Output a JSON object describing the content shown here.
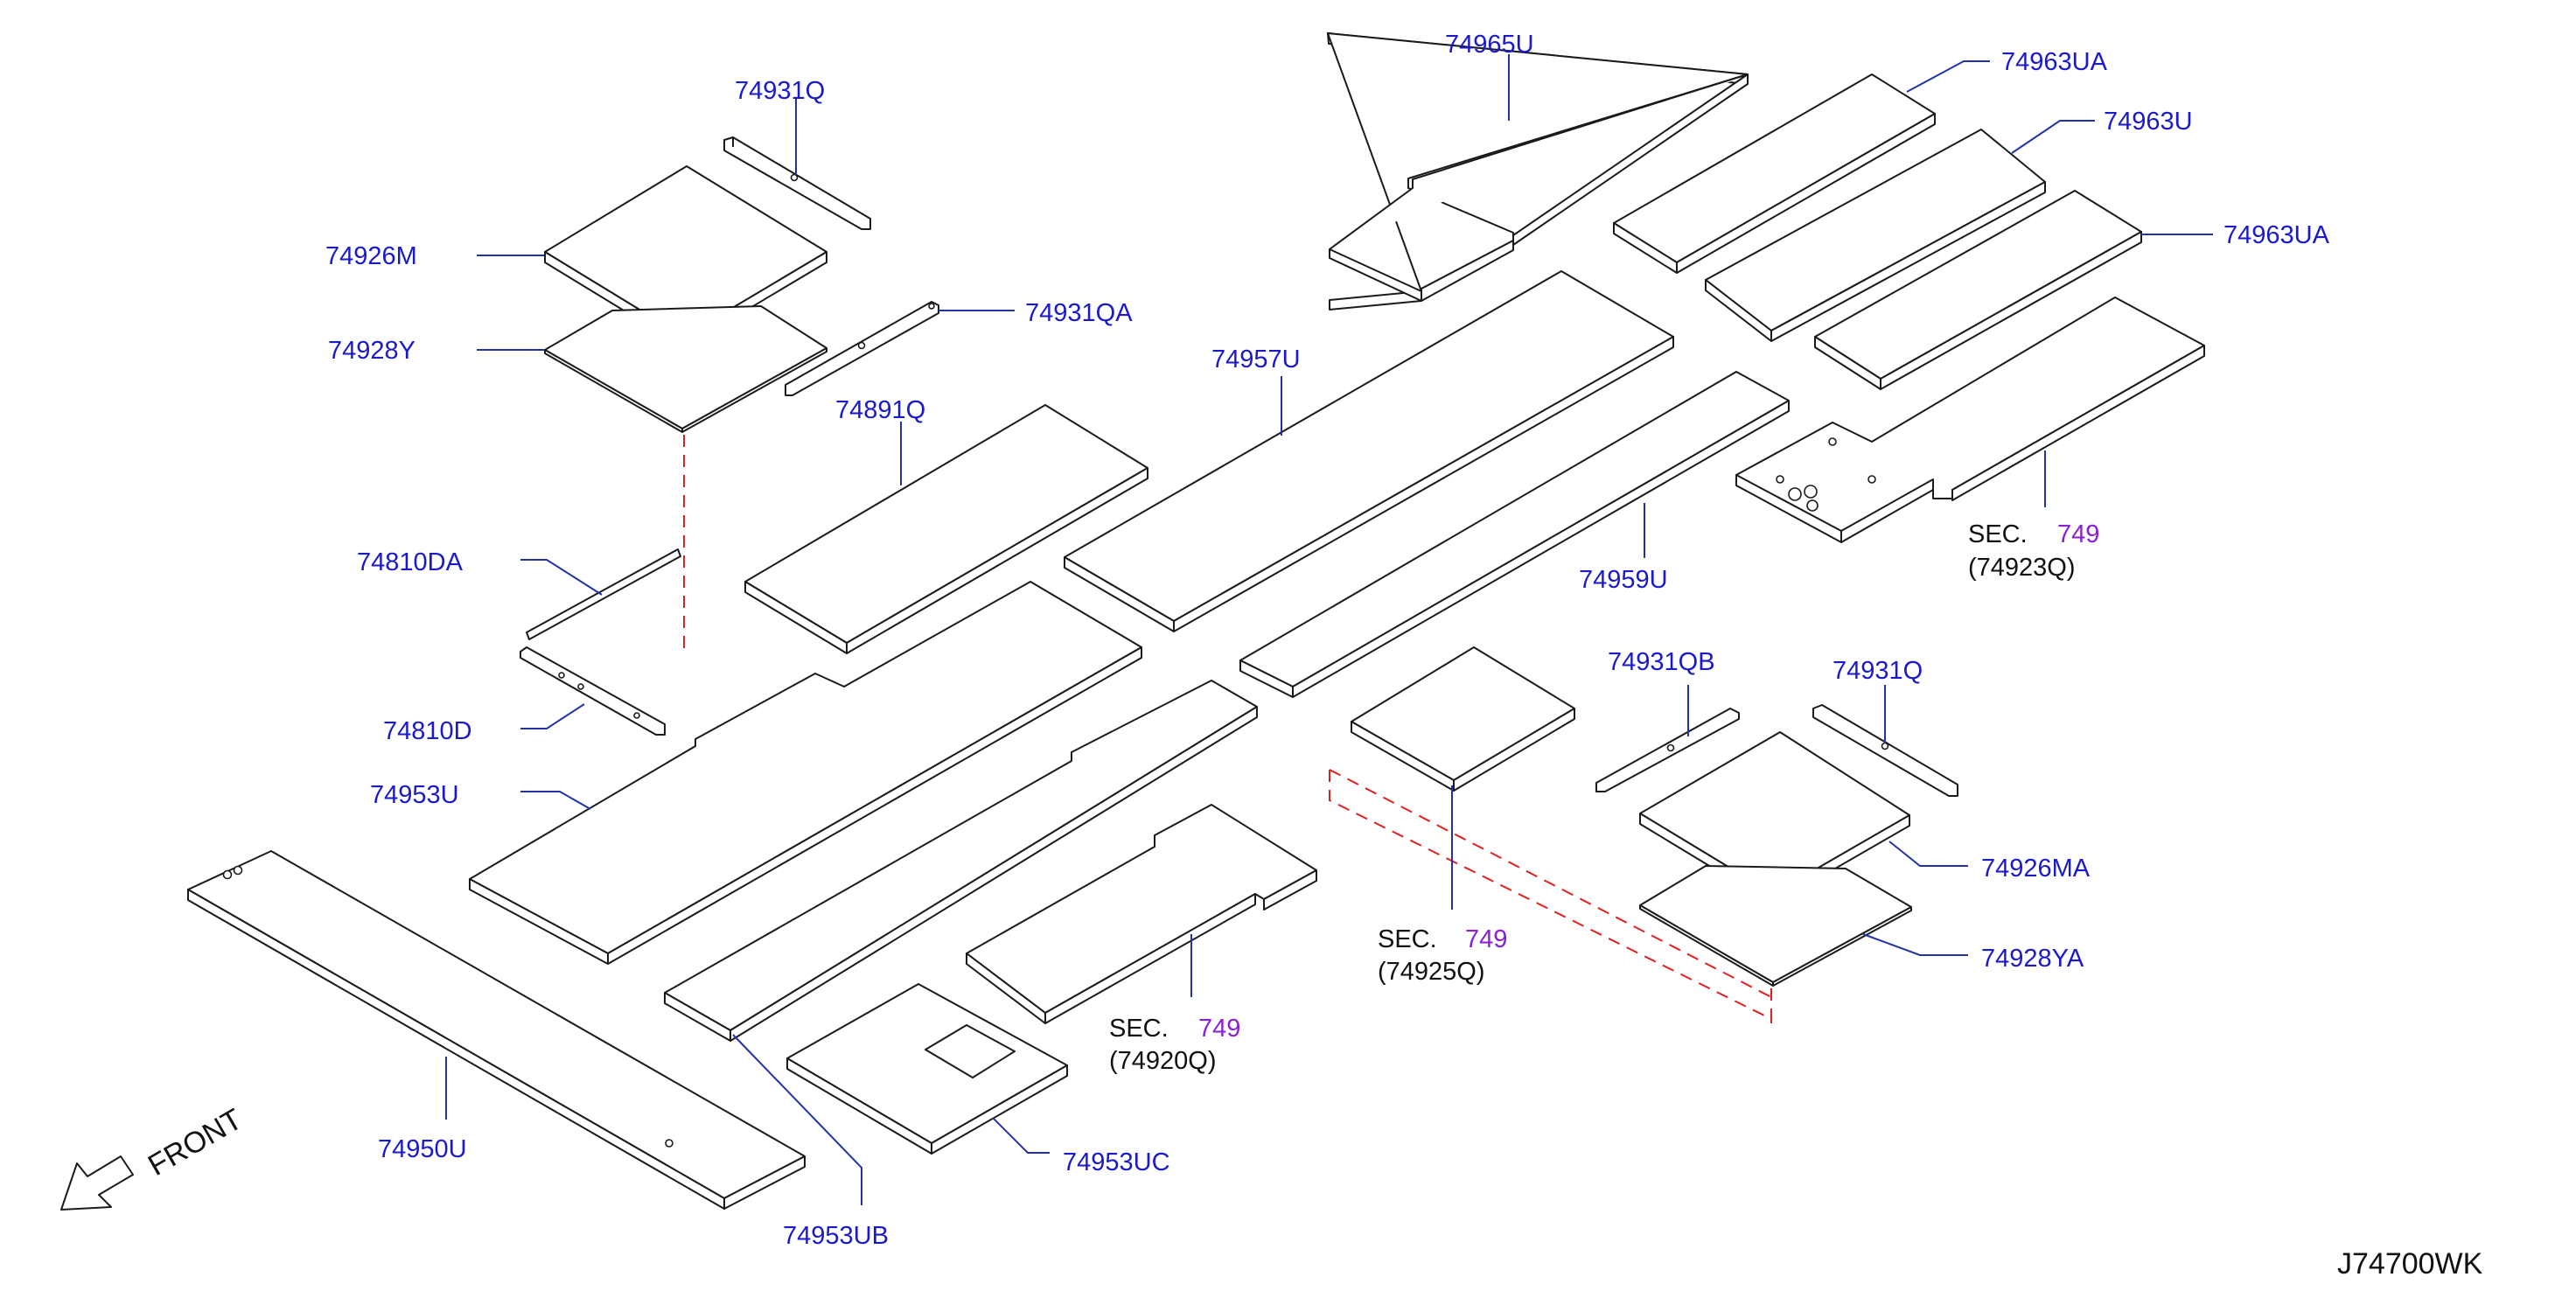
{
  "labels": {
    "p74965U": "74965U",
    "p74963UA_top": "74963UA",
    "p74963U": "74963U",
    "p74963UA_mid": "74963UA",
    "p74931Q_top": "74931Q",
    "p74926M": "74926M",
    "p74931QA": "74931QA",
    "p74928Y": "74928Y",
    "p74957U": "74957U",
    "p74891Q": "74891Q",
    "p74810DA": "74810DA",
    "p74959U": "74959U",
    "p74810D": "74810D",
    "p74931QB": "74931QB",
    "p74931Q_right": "74931Q",
    "p74953U": "74953U",
    "p74926MA": "74926MA",
    "p74928YA": "74928YA",
    "p74950U": "74950U",
    "p74953UC": "74953UC",
    "p74953UB": "74953UB"
  },
  "sections": {
    "s74923Q": {
      "prefix": "SEC.",
      "number": "749",
      "ref": "(74923Q)"
    },
    "s74925Q": {
      "prefix": "SEC.",
      "number": "749",
      "ref": "(74925Q)"
    },
    "s74920Q": {
      "prefix": "SEC.",
      "number": "749",
      "ref": "(74920Q)"
    }
  },
  "front_label": "FRONT",
  "diagram_code": "J74700WK",
  "colors": {
    "part_label": "#1a1acc",
    "section_number": "#8a1fd6",
    "leader_line": "#2233aa",
    "alignment_dash": "#e02020",
    "outline": "#1a1a1a"
  }
}
